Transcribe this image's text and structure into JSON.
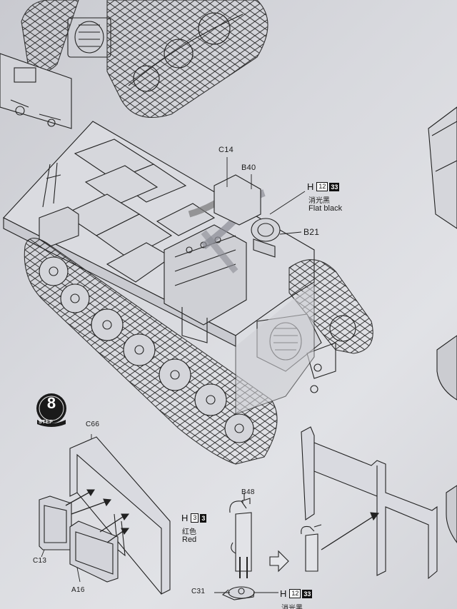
{
  "parts": {
    "c14": "C14",
    "b40": "B40",
    "b21": "B21",
    "c66": "C66",
    "c13": "C13",
    "a16": "A16",
    "b48": "B48",
    "c31": "C31"
  },
  "paint_flat_black": {
    "letter": "H",
    "code": "12",
    "number": "33",
    "chinese": "消光黑",
    "english": "Flat black"
  },
  "paint_red": {
    "letter": "H",
    "code": "3",
    "number": "3",
    "chinese": "红色",
    "english": "Red"
  },
  "paint_flat_black_bottom": {
    "letter": "H",
    "code": "12",
    "number": "33",
    "chinese": "消光黑"
  },
  "step": {
    "number": "8",
    "label": "STEP"
  },
  "colors": {
    "paper": "#d8d9de",
    "ink": "#1a1a1a",
    "part_tint": "#a9abb3"
  }
}
